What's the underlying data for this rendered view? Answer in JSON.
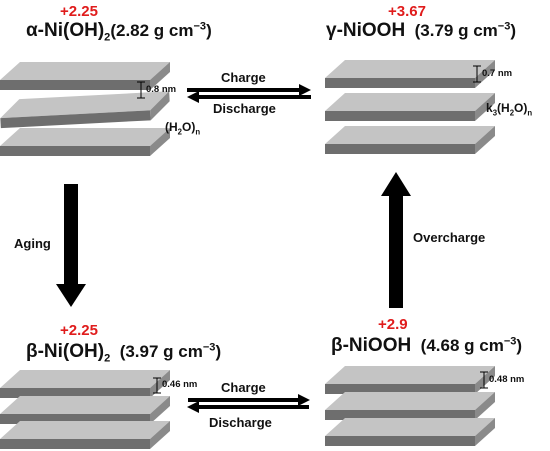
{
  "phases": {
    "alpha": {
      "oxidation": "+2.25",
      "name_main": "α-Ni(OH)",
      "name_sub": "2",
      "density": "(2.82 g cm",
      "density_exp": "−3",
      "close": ")",
      "spacing": "0.8 nm",
      "intercalant_pre": "(H",
      "intercalant_sub": "2",
      "intercalant_mid": "O)",
      "intercalant_sub2": "n"
    },
    "gamma": {
      "oxidation": "+3.67",
      "name": "γ-NiOOH",
      "density": "(3.79 g cm",
      "density_exp": "−3",
      "close": ")",
      "spacing": "0.7 nm",
      "intercalant_pre": "k",
      "intercalant_sub": "3",
      "intercalant_mid": "(H",
      "intercalant_sub2": "2",
      "intercalant_post": "O)",
      "intercalant_sub3": "n"
    },
    "beta2": {
      "oxidation": "+2.25",
      "name_main": "β-Ni(OH)",
      "name_sub": "2",
      "density": "(3.97 g cm",
      "density_exp": "−3",
      "close": ")",
      "spacing": "0.46 nm"
    },
    "beta3": {
      "oxidation": "+2.9",
      "name": "β-NiOOH",
      "density": "(4.68 g cm",
      "density_exp": "−3",
      "close": ")",
      "spacing": "0.48 nm"
    }
  },
  "transitions": {
    "top_charge": "Charge",
    "top_discharge": "Discharge",
    "bottom_charge": "Charge",
    "bottom_discharge": "Discharge",
    "aging": "Aging",
    "overcharge": "Overcharge"
  },
  "colors": {
    "oxidation": "#e01c1c",
    "layer_top": "#c4c4c4",
    "layer_side": "#6e6e6e",
    "arrow": "#000000"
  }
}
